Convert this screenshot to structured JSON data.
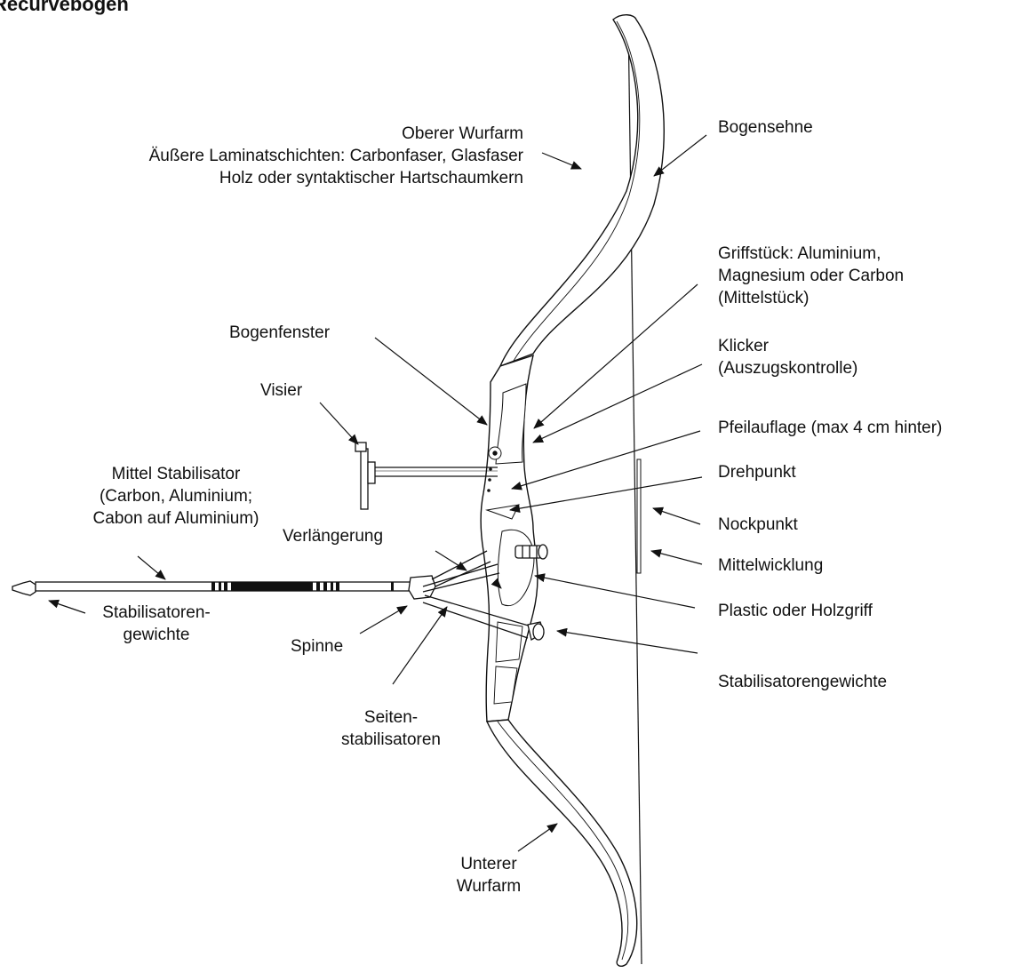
{
  "title": "Recurvebogen",
  "labels": {
    "upper_limb": [
      "Oberer Wurfarm",
      "Äußere Laminatschichten: Carbonfaser, Glasfaser",
      "Holz oder syntaktischer Hartschaumkern"
    ],
    "bowstring": [
      "Bogensehne"
    ],
    "riser": [
      "Griffstück: Aluminium,",
      "Magnesium oder Carbon",
      "(Mittelstück)"
    ],
    "bow_window": [
      "Bogenfenster"
    ],
    "clicker": [
      "Klicker",
      "(Auszugskontrolle)"
    ],
    "sight": [
      "Visier"
    ],
    "arrow_rest": [
      "Pfeilauflage (max 4 cm hinter)"
    ],
    "pivot": [
      "Drehpunkt"
    ],
    "center_stabilizer": [
      "Mittel Stabilisator",
      "(Carbon, Aluminium;",
      "Cabon auf Aluminium)"
    ],
    "extension": [
      "Verlängerung"
    ],
    "nocking_point": [
      "Nockpunkt"
    ],
    "center_serving": [
      "Mittelwicklung"
    ],
    "grip": [
      "Plastic oder Holzgriff"
    ],
    "stabilizer_weights_left": [
      "Stabilisatoren-",
      "gewichte"
    ],
    "spider": [
      "Spinne"
    ],
    "stabilizer_weights_right": [
      "Stabilisatorengewichte"
    ],
    "side_stabilizers": [
      "Seiten-",
      "stabilisatoren"
    ],
    "lower_limb": [
      "Unterer",
      "Wurfarm"
    ]
  },
  "colors": {
    "ink": "#111111",
    "background": "#ffffff"
  }
}
